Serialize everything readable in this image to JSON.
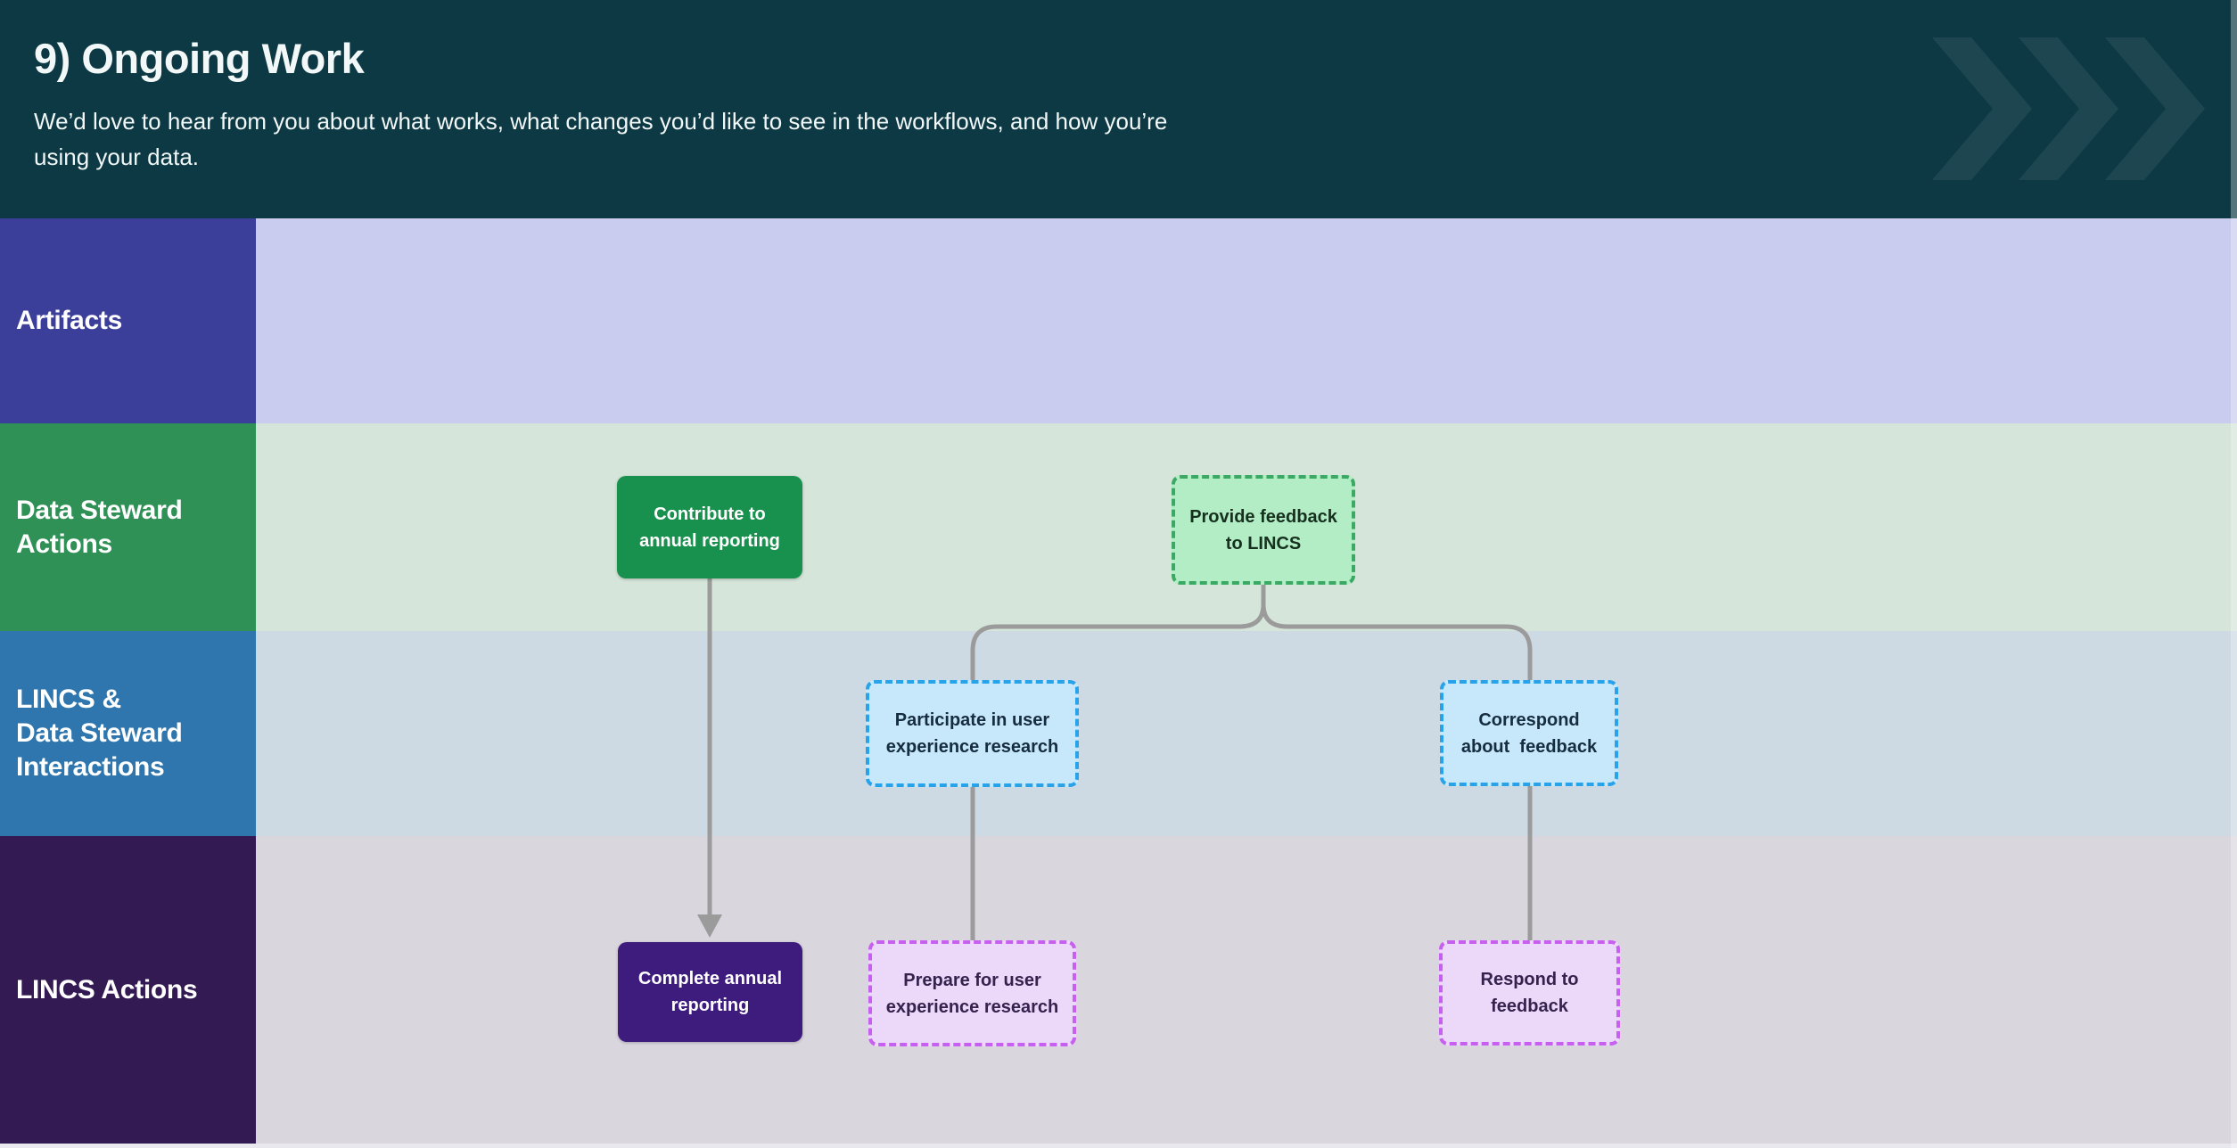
{
  "header": {
    "title": "9) Ongoing Work",
    "subtitle": "We’d love to hear from you about what works, what changes you’d like to see in the workflows, and how you’re\nusing your data."
  },
  "sidebar": {
    "rows": [
      {
        "label": "Artifacts"
      },
      {
        "label": "Data Steward\nActions"
      },
      {
        "label": "LINCS &\nData Steward\nInteractions"
      },
      {
        "label": "LINCS Actions"
      }
    ]
  },
  "nodes": [
    {
      "id": "contribute-to-annual-reporting",
      "lane": "Data Steward Actions",
      "style": "solid-green",
      "label": "Contribute to\nannual reporting"
    },
    {
      "id": "provide-feedback-to-lincs",
      "lane": "Data Steward Actions",
      "style": "dashed-green",
      "label": "Provide feedback\nto LINCS"
    },
    {
      "id": "participate-in-user-experience-research",
      "lane": "LINCS & Data Steward Interactions",
      "style": "dashed-blue",
      "label": "Participate in user\nexperience research"
    },
    {
      "id": "correspond-about-feedback",
      "lane": "LINCS & Data Steward Interactions",
      "style": "dashed-blue",
      "label": "Correspond\nabout  feedback"
    },
    {
      "id": "complete-annual-reporting",
      "lane": "LINCS Actions",
      "style": "solid-purple",
      "label": "Complete annual\nreporting"
    },
    {
      "id": "prepare-for-user-experience-research",
      "lane": "LINCS Actions",
      "style": "dashed-purple",
      "label": "Prepare for user\nexperience research"
    },
    {
      "id": "respond-to-feedback",
      "lane": "LINCS Actions",
      "style": "dashed-purple",
      "label": "Respond to\nfeedback"
    }
  ],
  "edges": [
    {
      "from": "contribute-to-annual-reporting",
      "to": "complete-annual-reporting",
      "arrowhead": true
    },
    {
      "from": "provide-feedback-to-lincs",
      "to": "participate-in-user-experience-research",
      "arrowhead": false
    },
    {
      "from": "provide-feedback-to-lincs",
      "to": "correspond-about-feedback",
      "arrowhead": false
    },
    {
      "from": "participate-in-user-experience-research",
      "to": "prepare-for-user-experience-research",
      "arrowhead": false
    },
    {
      "from": "correspond-about-feedback",
      "to": "respond-to-feedback",
      "arrowhead": false
    }
  ],
  "icons": {
    "chevrons": "triple-chevron-right"
  },
  "colors": {
    "header-bg": "#0c3944",
    "header-text": "#f2f7f7",
    "row1-bg": "#3b3f9a",
    "row2-bg": "#2f9155",
    "row3-bg": "#2e76ad",
    "row4-bg": "#331a52",
    "lane1-bg": "#c9ccee",
    "lane2-bg": "#d5e5d9",
    "lane3-bg": "#cdd9e3",
    "lane4-bg": "#dad6de",
    "green-solid": "#19914e",
    "green-fill": "#b3edc5",
    "green-border": "#3aa963",
    "green-text": "#16301e",
    "blue-fill": "#c7e7fa",
    "blue-border": "#28a3e9",
    "blue-text": "#162c3f",
    "purple-solid": "#3d1c7d",
    "purple-fill": "#ecd8f9",
    "purple-border": "#c75ff0",
    "purple-text": "#35224d",
    "connector": "#9b9b9b"
  }
}
